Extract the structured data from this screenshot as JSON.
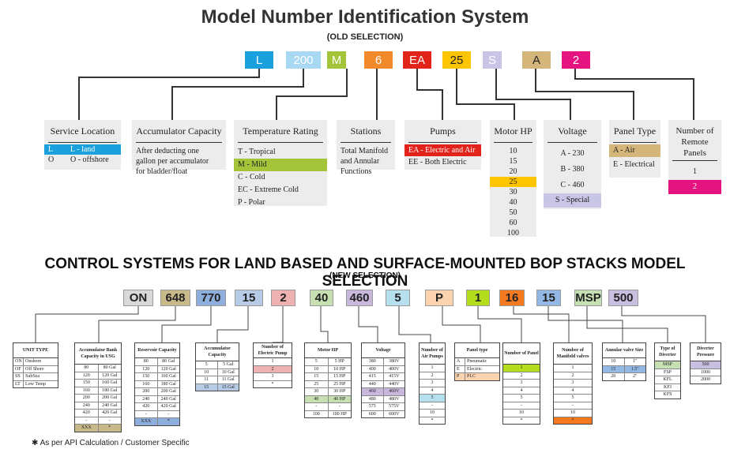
{
  "title": "Model Number Identification System",
  "subtitle": "(OLD SELECTION)",
  "old_chips": [
    {
      "label": "L",
      "color": "#1aa0dd",
      "text": "#ffffff"
    },
    {
      "label": "200",
      "color": "#a8d8f2",
      "text": "#ffffff"
    },
    {
      "label": "M",
      "color": "#a4c539",
      "text": "#ffffff"
    },
    {
      "label": "6",
      "color": "#f08a2a",
      "text": "#ffffff"
    },
    {
      "label": "EA",
      "color": "#e2231a",
      "text": "#ffffff"
    },
    {
      "label": "25",
      "color": "#fdc400",
      "text": "#222222"
    },
    {
      "label": "S",
      "color": "#c9c5e6",
      "text": "#ffffff"
    },
    {
      "label": "A",
      "color": "#d4b57a",
      "text": "#222222"
    },
    {
      "label": "2",
      "color": "#e5137f",
      "text": "#ffffff"
    }
  ],
  "old_panels": {
    "service": {
      "title": "Service Location",
      "rows": [
        {
          "a": "L",
          "b": "L - land",
          "hl": "#1aa0dd",
          "tc": "#fff"
        },
        {
          "a": "O",
          "b": "O - offshore"
        }
      ]
    },
    "accumulator": {
      "title": "Accumulator Capacity",
      "lines": [
        "After deducting one",
        "gallon per accumulator",
        "for bladder/float"
      ]
    },
    "temperature": {
      "title": "Temperature Rating",
      "rows": [
        "T -  Tropical",
        "M -  Mild",
        "C -  Cold",
        "EC - Extreme Cold",
        "P -  Polar"
      ]
    },
    "stations": {
      "title": "Stations",
      "lines": [
        "Total Manifold",
        "and Annular",
        "Functions"
      ]
    },
    "pumps": {
      "title": "Pumps",
      "rows": [
        "EA - Electric and Air",
        "EE - Both Electric"
      ]
    },
    "motor": {
      "title": "Motor HP",
      "rows": [
        "10",
        "15",
        "20",
        "25",
        "30",
        "40",
        "50",
        "60",
        "100"
      ]
    },
    "voltage": {
      "title": "Voltage",
      "rows": [
        "A - 230",
        "B - 380",
        "C - 460",
        "S - Special"
      ]
    },
    "panel_type": {
      "title": "Panel Type",
      "rows": [
        "A - Air",
        "E - Electrical"
      ]
    },
    "remote": {
      "title_lines": [
        "Number of",
        "Remote",
        "Panels"
      ],
      "rows": [
        "1",
        "2"
      ]
    }
  },
  "title2": "CONTROL SYSTEMS FOR LAND BASED AND SURFACE-MOUNTED BOP STACKS MODEL SELECTION",
  "subtitle2": "(NEW SELECTION)",
  "new_chips": [
    {
      "label": "ON",
      "color": "#d9d9d9"
    },
    {
      "label": "648",
      "color": "#c8b98a"
    },
    {
      "label": "770",
      "color": "#8eaedb"
    },
    {
      "label": "15",
      "color": "#b7cbe6"
    },
    {
      "label": "2",
      "color": "#efb2b2"
    },
    {
      "label": "40",
      "color": "#c7dfb1"
    },
    {
      "label": "460",
      "color": "#c9b8dc"
    },
    {
      "label": "5",
      "color": "#b7e0ee"
    },
    {
      "label": "P",
      "color": "#fbd3b0"
    },
    {
      "label": "1",
      "color": "#b4dd1e"
    },
    {
      "label": "16",
      "color": "#f47a20"
    },
    {
      "label": "15",
      "color": "#93b8e3"
    },
    {
      "label": "MSP",
      "color": "#c6dfb3"
    },
    {
      "label": "500",
      "color": "#c8bedf"
    }
  ],
  "new_tables": {
    "unit_type": {
      "title": "UNIT TYPE",
      "rows": [
        [
          "ON",
          "Onshore"
        ],
        [
          "OF",
          "Off Shore"
        ],
        [
          "SS",
          "SubSea"
        ],
        [
          "LT",
          "Low Temp"
        ]
      ]
    },
    "accumulator": {
      "title": "Accumulator Bank Capacity in USG",
      "rows": [
        [
          "80",
          "80 Gal"
        ],
        [
          "120",
          "120 Gal"
        ],
        [
          "150",
          "160 Gal"
        ],
        [
          "160",
          "180 Gal"
        ],
        [
          "200",
          "200 Gal"
        ],
        [
          "240",
          "240 Gal"
        ],
        [
          "420",
          "420 Gal"
        ],
        [
          "-",
          "-"
        ],
        [
          "XXX",
          "*"
        ]
      ]
    },
    "reservoir": {
      "title": "Reservoir Capacity",
      "rows": [
        [
          "80",
          "80 Gal"
        ],
        [
          "120",
          "120 Gal"
        ],
        [
          "150",
          "160 Gal"
        ],
        [
          "160",
          "180 Gal"
        ],
        [
          "200",
          "200 Gal"
        ],
        [
          "240",
          "240 Gal"
        ],
        [
          "420",
          "420 Gal"
        ],
        [
          "-",
          "-"
        ],
        [
          "XXX",
          "*"
        ]
      ]
    },
    "acc_cap": {
      "title": "Accumulator Capacity",
      "rows": [
        [
          "5",
          "5 Gal"
        ],
        [
          "10",
          "10 Gal"
        ],
        [
          "11",
          "11 Gal"
        ],
        [
          "15",
          "15 Gal"
        ]
      ]
    },
    "elec_pump": {
      "title": "Number of Electric Pump",
      "rows": [
        "1",
        "2",
        "3",
        "*"
      ]
    },
    "motor_hp": {
      "title": "Motor HP",
      "rows": [
        [
          "5",
          "5 HP"
        ],
        [
          "10",
          "10 HP"
        ],
        [
          "15",
          "15 HP"
        ],
        [
          "25",
          "25 HP"
        ],
        [
          "30",
          "30 HP"
        ],
        [
          "40",
          "40 HP"
        ],
        [
          "-",
          "-"
        ],
        [
          "100",
          "100 HP"
        ]
      ]
    },
    "voltage": {
      "title": "Voltage",
      "rows": [
        [
          "380",
          "380V"
        ],
        [
          "400",
          "400V"
        ],
        [
          "415",
          "415V"
        ],
        [
          "440",
          "440V"
        ],
        [
          "460",
          "460V"
        ],
        [
          "480",
          "480V"
        ],
        [
          "575",
          "575V"
        ],
        [
          "600",
          "600V"
        ]
      ]
    },
    "air_pumps": {
      "title": "Number of Air Pumps",
      "rows": [
        "1",
        "2",
        "3",
        "4",
        "5",
        "-",
        "10",
        "*"
      ]
    },
    "panel_type": {
      "title": "Panel type",
      "rows": [
        [
          "A",
          "Pneumatic"
        ],
        [
          "E",
          "Electric"
        ],
        [
          "P",
          "PLC"
        ]
      ]
    },
    "num_panel": {
      "title": "Number of Panel",
      "rows": [
        "1",
        "2",
        "3",
        "4",
        "5",
        "-",
        "10",
        "*"
      ]
    },
    "manifold": {
      "title": "Number of Manifold valves",
      "rows": [
        "1",
        "2",
        "3",
        "4",
        "5",
        "-",
        "10",
        "*"
      ]
    },
    "annular": {
      "title": "Annular valve Size",
      "rows": [
        [
          "10",
          "1\""
        ],
        [
          "15",
          "1.5\""
        ],
        [
          "20",
          "2\""
        ]
      ]
    },
    "diverter": {
      "title": "Type of Diverter",
      "rows": [
        "MSP",
        "FSP",
        "KFL",
        "KFJ",
        "KFS"
      ]
    },
    "div_pressure": {
      "title": "Diverter Pressure",
      "rows": [
        "500",
        "1000",
        "2000"
      ]
    }
  },
  "footnote": "✱ As per API Calculation / Customer Specific"
}
